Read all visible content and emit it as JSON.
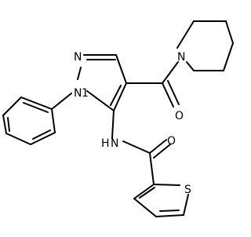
{
  "molecule": {
    "atoms": {
      "n2": "N",
      "n1": "N",
      "n_amide": "N",
      "h_amide": "H",
      "n_piperidine": "N",
      "o_ketone": "O",
      "o_amide": "O",
      "s_thiophene": "S",
      "n1_locant": "1"
    }
  }
}
